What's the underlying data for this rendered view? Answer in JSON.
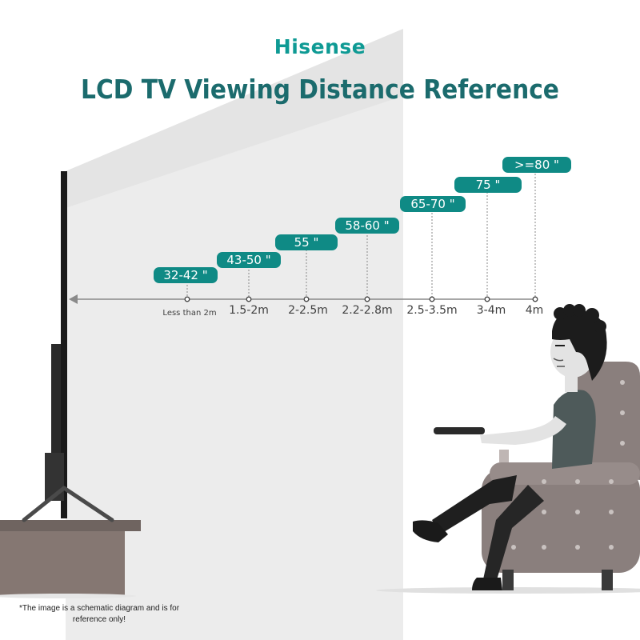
{
  "brand": "Hisense",
  "title": "LCD TV Viewing Distance Reference",
  "sizes": [
    {
      "label": "32-42 \"",
      "distance": "Less than 2m"
    },
    {
      "label": "43-50 \"",
      "distance": "1.5-2m"
    },
    {
      "label": "55 \"",
      "distance": "2-2.5m"
    },
    {
      "label": "58-60 \"",
      "distance": "2.2-2.8m"
    },
    {
      "label": "65-70 \"",
      "distance": "2.5-3.5m"
    },
    {
      "label": "75 \"",
      "distance": "3-4m"
    },
    {
      "label": ">=80 \"",
      "distance": "4m"
    }
  ],
  "footnote": "*The image is a schematic diagram and is for reference only!",
  "colors": {
    "accent": "#0f8a85",
    "title": "#1b6b6d",
    "brand": "#0e9a94",
    "sofa": "#8a7f7d",
    "stand": "#857772"
  }
}
